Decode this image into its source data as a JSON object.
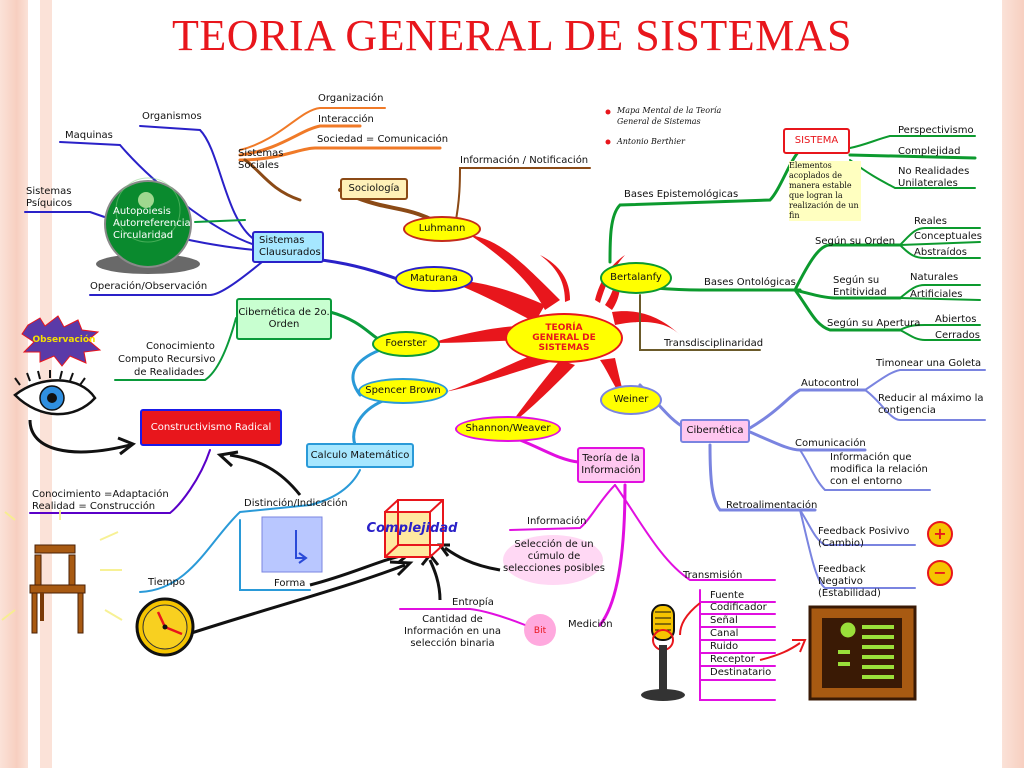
{
  "slide": {
    "title": "TEORIA GENERAL DE SISTEMAS"
  },
  "center": {
    "label": "TEORÍA GENERAL DE SISTEMAS"
  },
  "top_note": {
    "line1": "Mapa Mental de la Teoría",
    "line2": "General de Sistemas",
    "author": "Antonio Berthier"
  },
  "nodes": {
    "luhmann": "Luhmann",
    "maturana": "Maturana",
    "foerster": "Foerster",
    "spencer_brown": "Spencer Brown",
    "shannon_weaver": "Shannon/Weaver",
    "bertalanfy": "Bertalanfy",
    "weiner": "Weiner",
    "sociologia": "Sociología",
    "sistemas_clausurados": "Sistemas Clausurados",
    "cibernetica_2o_orden": "Cibernética de 2o. Orden",
    "constructivismo_radical": "Constructivismo Radical",
    "calculo_matematico": "Calculo Matemático",
    "teoria_informacion": "Teoría de la Información",
    "cibernetica": "Cibernética",
    "sistema": "SISTEMA",
    "observacion": "Observación",
    "bit": "Bit",
    "complejidad": "Complejidad"
  },
  "labels": {
    "organizacion": "Organización",
    "interaccion": "Interacción",
    "sociedad_comunicacion": "Sociedad = Comunicación",
    "informacion_notificacion": "Información / Notificación",
    "sistemas_sociales": "Sistemas Sociales",
    "organismos": "Organismos",
    "maquinas": "Maquinas",
    "sistemas_psiquicos": "Sistemas Psíquicos",
    "autopoiesis": "Autopoiesis",
    "autorreferencia": "Autorreferencia",
    "circularidad": "Circularidad",
    "operacion_observacion": "Operación/Observación",
    "conocimiento": "Conocimiento",
    "computo_recursivo": "Computo Recursivo",
    "de_realidades": "de Realidades",
    "conocimiento_adaptacion": "Conocimiento =Adaptación",
    "realidad_construccion": "Realidad = Construcción",
    "distincion_indicacion": "Distinción/Indicación",
    "tiempo": "Tiempo",
    "forma": "Forma",
    "informacion": "Información",
    "seleccion_cumulo": "Selección de un cúmulo de selecciones posibles",
    "entropia": "Entropía",
    "cantidad_informacion": "Cantidad de Información en una selección binaria",
    "medicion": "Medición",
    "transmision": "Transmisión",
    "bases_epistemologicas": "Bases Epistemológicas",
    "elementos_acoplados": "Elementos acoplados de manera estable que logran la realización de un fin",
    "perspectivismo": "Perspectivismo",
    "complejidad_lbl": "Complejidad",
    "no_realidades": "No Realidades",
    "unilaterales": "Unilaterales",
    "bases_ontologicas": "Bases Ontológicas",
    "segun_su_orden": "Según su Orden",
    "reales": "Reales",
    "conceptuales": "Conceptuales",
    "abstraidos": "Abstraídos",
    "segun_su_entitividad": "Según su Entitividad",
    "naturales": "Naturales",
    "artificiales": "Artificiales",
    "segun_su_apertura": "Según su Apertura",
    "abiertos": "Abiertos",
    "cerrados": "Cerrados",
    "transdisciplinariedad": "Transdisciplinaridad",
    "autocontrol": "Autocontrol",
    "timonear": "Timonear una Goleta",
    "reducir": "Reducir al máximo la contigencia",
    "comunicacion": "Comunicación",
    "informacion_modifica": "Información que modifica la relación con el entorno",
    "retroalimentacion": "Retroalimentación",
    "feedback_positivo": "Feedback Posivivo (Cambio)",
    "feedback_negativo": "Feedback Negativo (Estabilidad)",
    "plus_sign": "+",
    "minus_sign": "−"
  },
  "transmision_items": [
    "Fuente",
    "Codificador",
    "Señal",
    "Canal",
    "Ruido",
    "Receptor",
    "Destinatario"
  ],
  "colors": {
    "title": "#e8161c",
    "stripe": "#f7cfc0",
    "center_rays": "#e8161c",
    "luhmann_branch": "#8b4a16",
    "sistemas_sociales_branch": "#f07a28",
    "clausurados_branch": "#2a21c8",
    "autopoiesis_branch": "#0a9a3a",
    "foerster_branch": "#2a9ad8",
    "bertalanfy_branch": "#0c9a2e",
    "cibernetica_branch": "#7a84e0",
    "teoria_info_branch": "#e10fe0",
    "constructivismo_fill": "#e8161c"
  },
  "icons": [
    "sphere-icon",
    "eye-icon",
    "chair-icon",
    "clock-icon",
    "cube-icon",
    "microphone-icon",
    "radio-icon"
  ]
}
